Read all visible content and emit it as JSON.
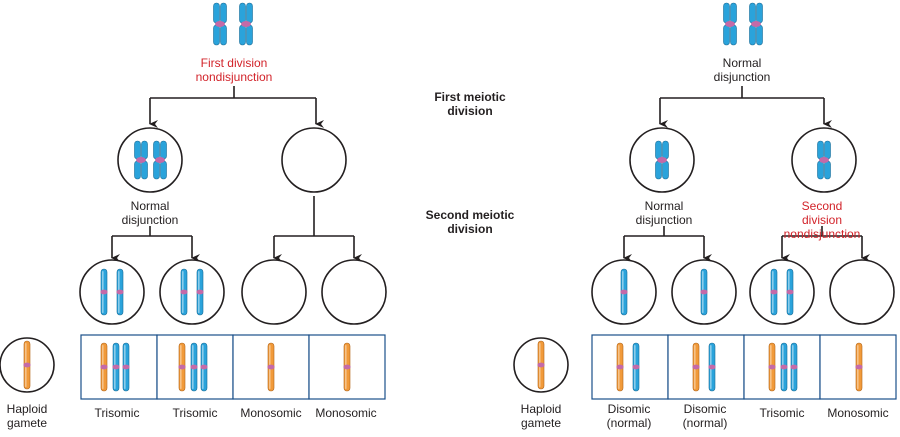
{
  "colors": {
    "blue_chromosome": "#2aa3db",
    "orange_chromosome": "#f19a3a",
    "centromere": "#c46aa8",
    "line": "#231f20",
    "highlight_text": "#d2232a"
  },
  "stages": {
    "first": "First meiotic\ndivision",
    "second": "Second meiotic\ndivision"
  },
  "left": {
    "event1": "First division\nnondisjunction",
    "event2": "Normal\ndisjunction",
    "haploid": "Haploid\ngamete",
    "results": [
      "Trisomic",
      "Trisomic",
      "Monosomic",
      "Monosomic"
    ]
  },
  "right": {
    "event1": "Normal\ndisjunction",
    "event2a": "Normal\ndisjunction",
    "event2b": "Second division\nnondisjunction",
    "haploid": "Haploid\ngamete",
    "results": [
      "Disomic\n(normal)",
      "Disomic\n(normal)",
      "Trisomic",
      "Monosomic"
    ]
  }
}
